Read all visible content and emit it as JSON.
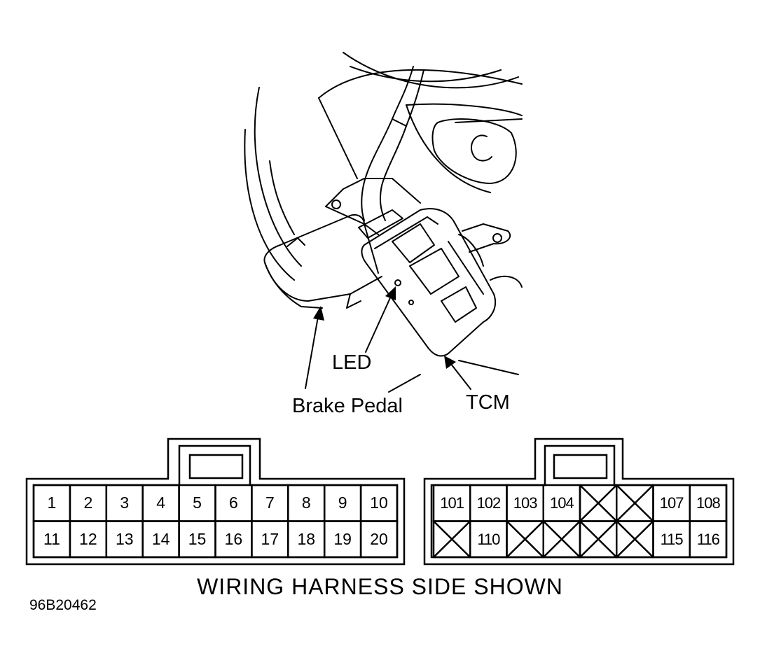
{
  "labels": {
    "led": "LED",
    "brake_pedal": "Brake Pedal",
    "tcm": "TCM",
    "caption": "WIRING HARNESS SIDE SHOWN",
    "figure_code": "96B20462"
  },
  "left_connector": {
    "top_row": [
      "1",
      "2",
      "3",
      "4",
      "5",
      "6",
      "7",
      "8",
      "9",
      "10"
    ],
    "bottom_row": [
      "11",
      "12",
      "13",
      "14",
      "15",
      "16",
      "17",
      "18",
      "19",
      "20"
    ]
  },
  "right_connector": {
    "top_row": [
      "101",
      "102",
      "103",
      "104",
      "",
      "",
      "107",
      "108"
    ],
    "bottom_row": [
      "",
      "110",
      "",
      "",
      "",
      "",
      "115",
      "116"
    ]
  }
}
